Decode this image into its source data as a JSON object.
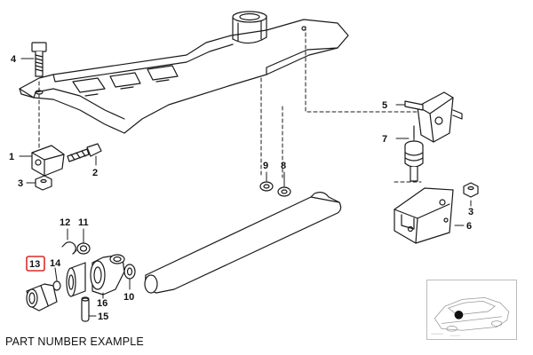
{
  "diagram": {
    "callouts": {
      "c1": "1",
      "c2": "2",
      "c3a": "3",
      "c3b": "3",
      "c4": "4",
      "c5": "5",
      "c6": "6",
      "c7": "7",
      "c8": "8",
      "c9": "9",
      "c10": "10",
      "c11": "11",
      "c12": "12",
      "c13": "13",
      "c14": "14",
      "c15": "15",
      "c16": "16"
    },
    "highlighted_callout": "13",
    "highlight_color": "#d92b2b",
    "line_color": "#1a1a1a"
  },
  "caption": "PART NUMBER EXAMPLE"
}
